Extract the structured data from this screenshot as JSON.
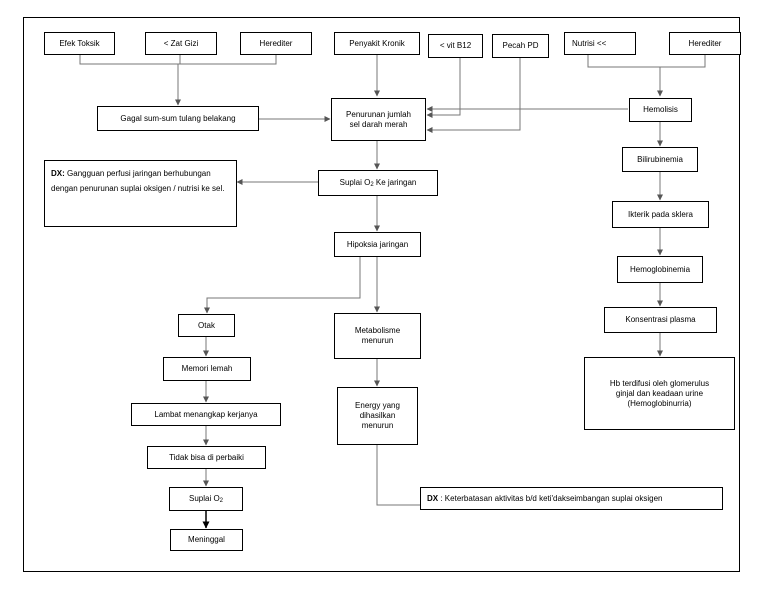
{
  "nodes": {
    "efek_toksik": "Efek Toksik",
    "zat_gizi": "< Zat Gizi",
    "herediter_left": "Herediter",
    "penyakit_kronik": "Penyakit Kronik",
    "vit_b12": "< vit B12",
    "pecah_pd": "Pecah PD",
    "nutrisi": "Nutrisi <<",
    "herediter_right": "Herediter",
    "gagal_sumsum": "Gagal sum-sum tulang belakang",
    "penurunan_sel": "Penurunan jumlah\nsel darah merah",
    "hemolisis": "Hemolisis",
    "dx1_label": "DX:",
    "dx1_text": "Gangguan perfusi jaringan berhubungan dengan penurunan suplai oksigen / nutrisi ke sel.",
    "suplai_o2_text": "Suplai O",
    "suplai_o2_sub": "2",
    "suplai_o2_tail": "Ke jaringan",
    "bilirubinemia": "Bilirubinemia",
    "ikterik": "Ikterik pada sklera",
    "hipoksia": "Hipoksia jaringan",
    "hemoglobinemia": "Hemoglobinemia",
    "otak": "Otak",
    "metabolisme": "Metabolisme\nmenurun",
    "konsentrasi": "Konsentrasi plasma",
    "memori": "Memori lemah",
    "hb_difusi": "Hb terdifusi oleh glomerulus\nginjal dan keadaan urine\n(Hemoglobinurria)",
    "energy": "Energy yang\ndihasilkan\nmenurun",
    "lambat": "Lambat menangkap kerjanya",
    "tidak_bisa": "Tidak bisa di perbaiki",
    "suplai_o2b_text": "Suplai O",
    "suplai_o2b_sub": "2",
    "dx2_label": "DX",
    "dx2_text": ": Keterbatasan aktivitas b/d keti'dakseimbangan suplai oksigen",
    "meninggal": "Meninggal"
  }
}
